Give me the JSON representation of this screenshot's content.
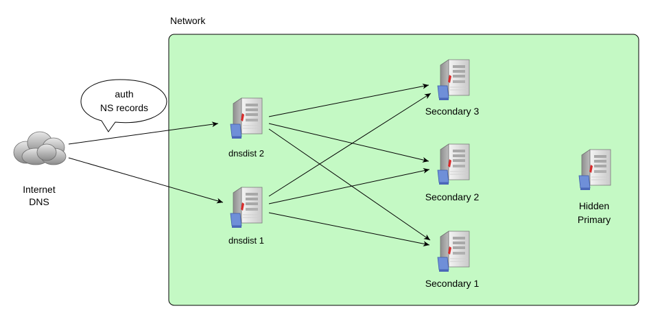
{
  "network": {
    "label": "Network",
    "fill": "#c4f9c4"
  },
  "internet": {
    "line1": "Internet",
    "line2": "DNS"
  },
  "bubble": {
    "line1": "auth",
    "line2": "NS records"
  },
  "dnsdist": [
    {
      "label": "dnsdist 2"
    },
    {
      "label": "dnsdist 1"
    }
  ],
  "secondaries": [
    {
      "label": "Secondary 3"
    },
    {
      "label": "Secondary 2"
    },
    {
      "label": "Secondary 1"
    }
  ],
  "hidden": {
    "line1": "Hidden",
    "line2": "Primary"
  }
}
